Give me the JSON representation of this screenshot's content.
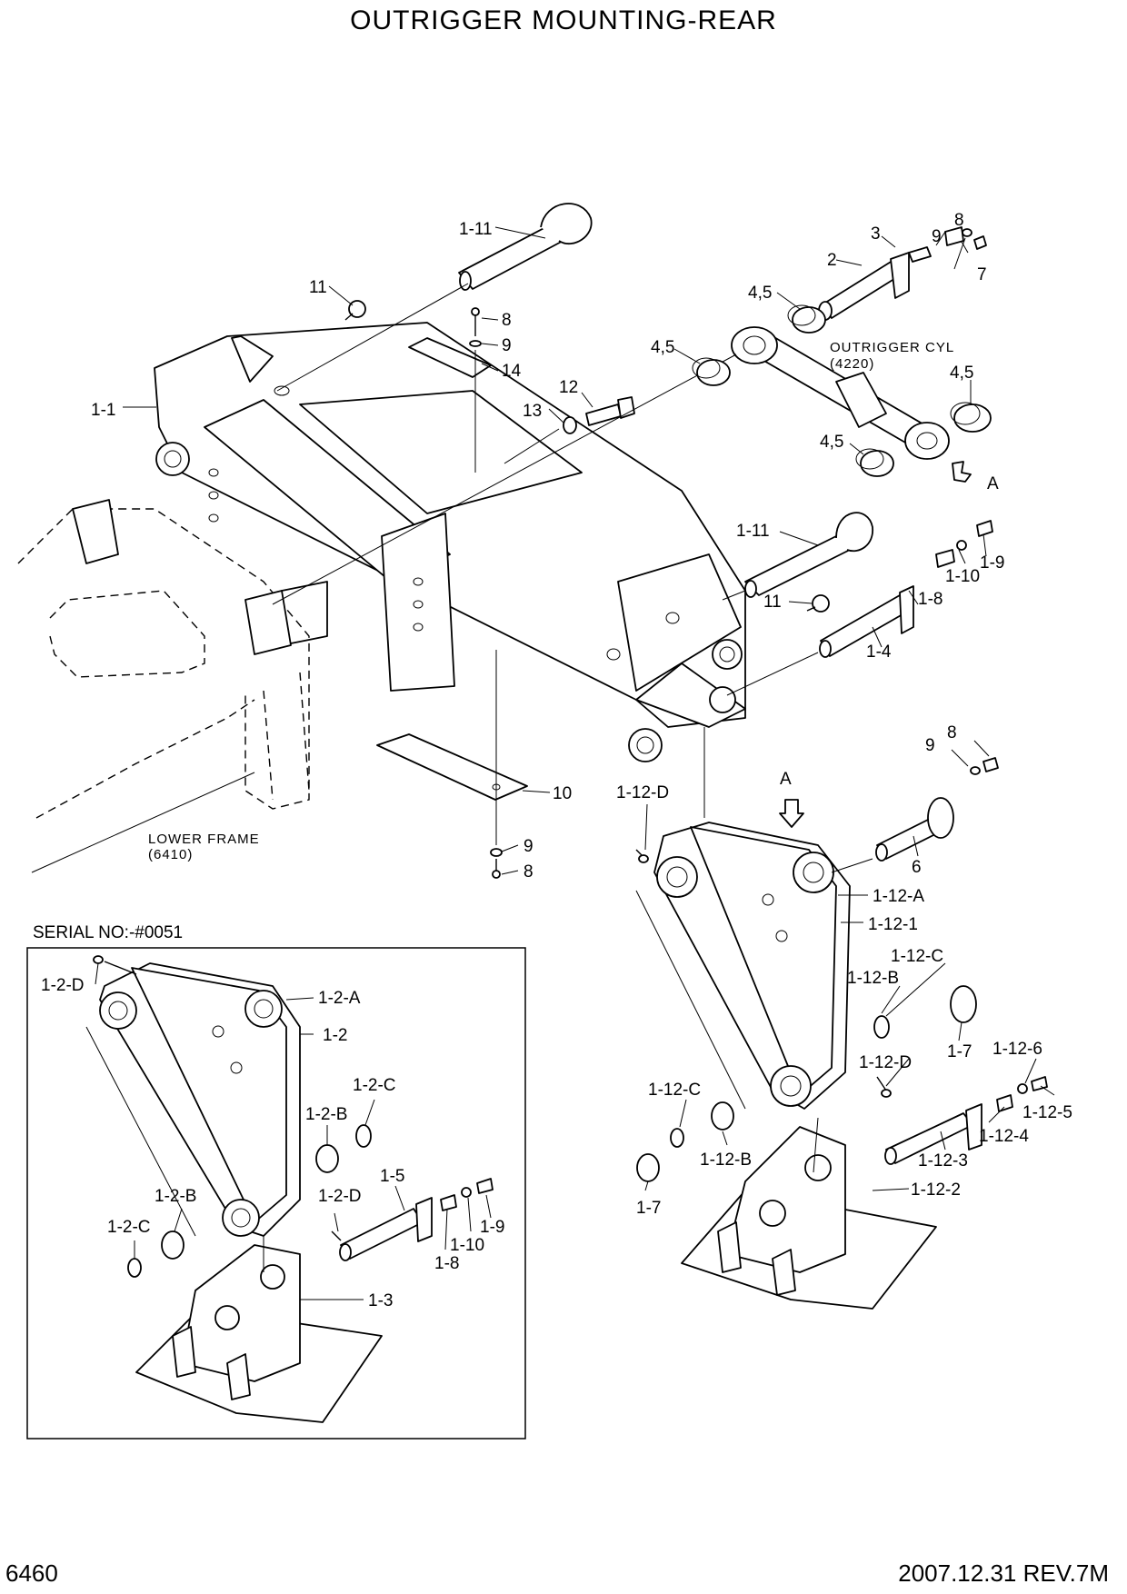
{
  "title": "OUTRIGGER MOUNTING-REAR",
  "page_number": "6460",
  "revision": "2007.12.31  REV.7M",
  "notes": {
    "outrigger_cyl": "OUTRIGGER CYL",
    "outrigger_cyl_code": "(4220)",
    "lower_frame": "LOWER FRAME",
    "lower_frame_code": "(6410)",
    "view_a": "A",
    "arrow_a": "A",
    "serial": "SERIAL NO:-#0051"
  },
  "callouts": {
    "c_1_11_top": "1-11",
    "c_11_top": "11",
    "c_1_1": "1-1",
    "c_8_plate": "8",
    "c_9_plate": "9",
    "c_14": "14",
    "c_12": "12",
    "c_13": "13",
    "c_3": "3",
    "c_2": "2",
    "c_9_pin": "9",
    "c_8_pin": "8",
    "c_7": "7",
    "c_45_a": "4,5",
    "c_45_b": "4,5",
    "c_45_c": "4,5",
    "c_45_d": "4,5",
    "c_1_11_mid": "1-11",
    "c_11_mid": "11",
    "c_1_8": "1-8",
    "c_1_10": "1-10",
    "c_1_9": "1-9",
    "c_1_4": "1-4",
    "c_10": "10",
    "c_9_bot": "9",
    "c_8_bot": "8",
    "c_1_12_d_top": "1-12-D",
    "c_9_r": "9",
    "c_8_r": "8",
    "c_6": "6",
    "c_1_12_a": "1-12-A",
    "c_1_12_1": "1-12-1",
    "c_1_12_c_r": "1-12-C",
    "c_1_12_b_r": "1-12-B",
    "c_1_7_r": "1-7",
    "c_1_12_6": "1-12-6",
    "c_1_12_d_r": "1-12-D",
    "c_1_12_c_l": "1-12-C",
    "c_1_12_5": "1-12-5",
    "c_1_12_4": "1-12-4",
    "c_1_12_b_l": "1-12-B",
    "c_1_12_3": "1-12-3",
    "c_1_7_l": "1-7",
    "c_1_12_2": "1-12-2",
    "c_1_2_d_top": "1-2-D",
    "c_1_2_a": "1-2-A",
    "c_1_2": "1-2",
    "c_1_2_c_r": "1-2-C",
    "c_1_2_b_r": "1-2-B",
    "c_1_5": "1-5",
    "c_1_2_b_l": "1-2-B",
    "c_1_2_d_mid": "1-2-D",
    "c_1_2_c_l": "1-2-C",
    "c_1_9_in": "1-9",
    "c_1_10_in": "1-10",
    "c_1_8_in": "1-8",
    "c_1_3": "1-3"
  }
}
